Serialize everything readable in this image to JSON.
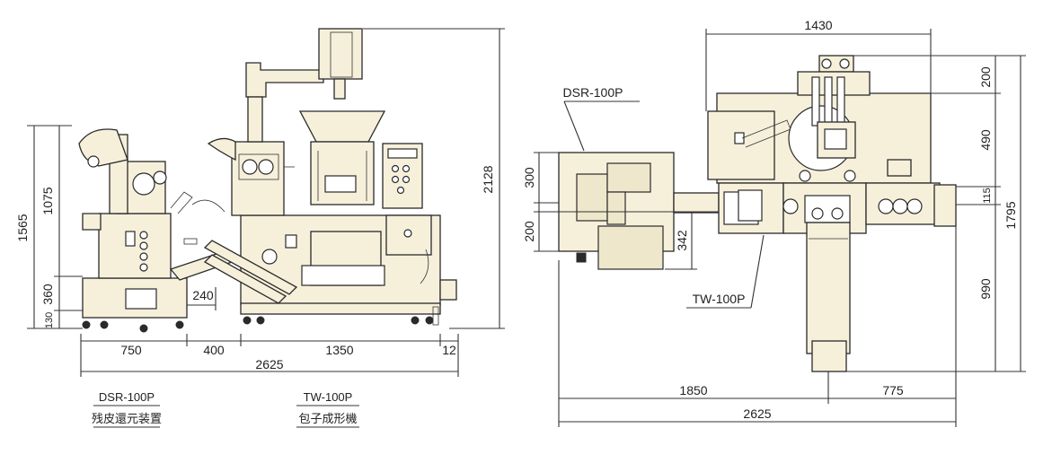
{
  "front_view": {
    "dims": {
      "w750": "750",
      "w400": "400",
      "w1350": "1350",
      "w12": "12",
      "total": "2625",
      "gap240": "240",
      "h1565": "1565",
      "h1075": "1075",
      "h360": "360",
      "h130": "130",
      "h2128": "2128"
    },
    "captions": {
      "dsr_model": "DSR-100P",
      "dsr_name": "残皮還元装置",
      "tw_model": "TW-100P",
      "tw_name": "包子成形機"
    }
  },
  "top_view": {
    "labels": {
      "dsr": "DSR-100P",
      "tw": "TW-100P"
    },
    "dims": {
      "w1430": "1430",
      "w1850": "1850",
      "w775": "775",
      "total": "2625",
      "h300": "300",
      "h200l": "200",
      "h342": "342",
      "h200r": "200",
      "h490": "490",
      "h115": "115",
      "h990": "990",
      "h1795": "1795"
    }
  }
}
